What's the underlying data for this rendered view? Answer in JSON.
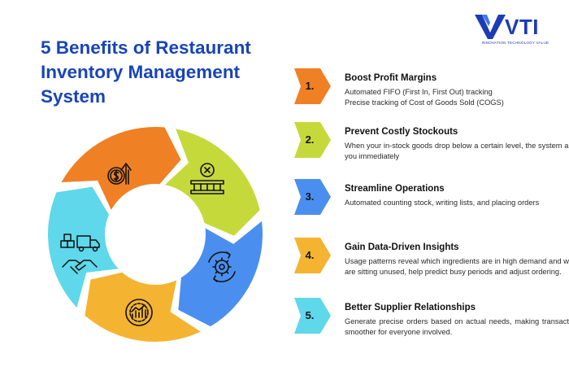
{
  "title_lines": [
    "5 Benefits of Restaurant",
    "Inventory Management",
    "System"
  ],
  "logo": {
    "text": "VTI",
    "tagline": "INNOVATION TECHNOLOGY VALUE"
  },
  "colors": {
    "title": "#1844b8",
    "orange": "#f08024",
    "lime": "#c6d93a",
    "blue": "#4a8ff0",
    "yellow": "#f4b431",
    "cyan": "#5ed8ea"
  },
  "benefits": [
    {
      "number": "1.",
      "title": "Boost Profit Margins",
      "color": "#f08024",
      "description": [
        "Automated FIFO (First In, First Out) tracking",
        "Precise tracking of Cost of Goods Sold (COGS)"
      ]
    },
    {
      "number": "2.",
      "title": "Prevent Costly Stockouts",
      "color": "#c6d93a",
      "description": [
        "When your in-stock goods drop below a certain level, the system alerts you immediately"
      ]
    },
    {
      "number": "3.",
      "title": "Streamline Operations",
      "color": "#4a8ff0",
      "description": [
        "Automated counting stock, writing lists, and placing orders"
      ]
    },
    {
      "number": "4.",
      "title": "Gain Data-Driven Insights",
      "color": "#f4b431",
      "description": [
        "Usage patterns reveal which ingredients are in high demand and which are sitting unused, help predict busy periods and adjust ordering."
      ]
    },
    {
      "number": "5.",
      "title": "Better Supplier Relationships",
      "color": "#5ed8ea",
      "description": [
        "Generate precise orders based on actual needs, making transactions smoother for everyone involved."
      ]
    }
  ],
  "cycle_icons": [
    "dollar-coin-arrow-icon",
    "money-scale-icon",
    "gear-cycle-icon",
    "analytics-chart-icon",
    "truck-handshake-icon"
  ]
}
